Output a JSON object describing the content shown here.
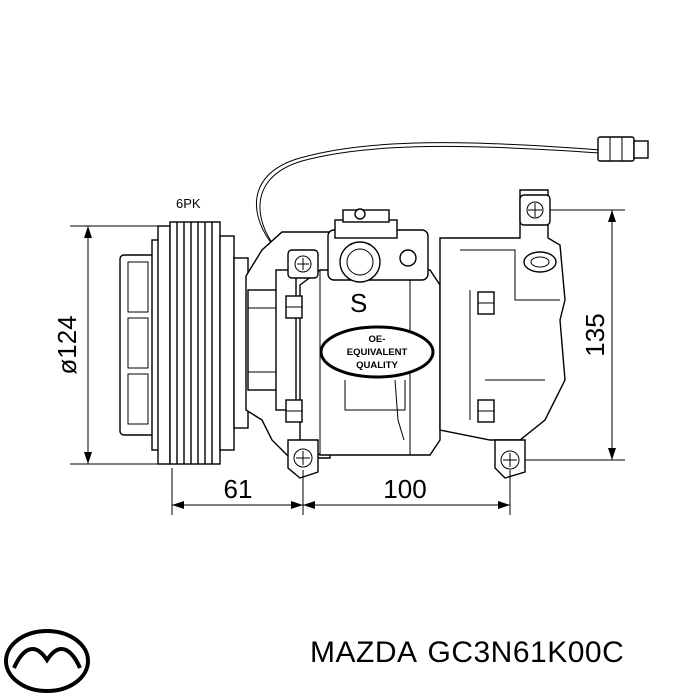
{
  "diagram": {
    "belt_label": "6PK",
    "badge": {
      "line1": "OE-",
      "line2": "EQUIVALENT",
      "line3": "QUALITY"
    },
    "dimensions": {
      "pulley_diameter": "ø124",
      "height": "135",
      "pulley_offset": "61",
      "mount_spacing": "100"
    },
    "clutch_symbol": "S"
  },
  "footer": {
    "brand": "MAZDA",
    "part_number": "GC3N61K00C",
    "logo_icon": "mazda-logo-icon"
  }
}
